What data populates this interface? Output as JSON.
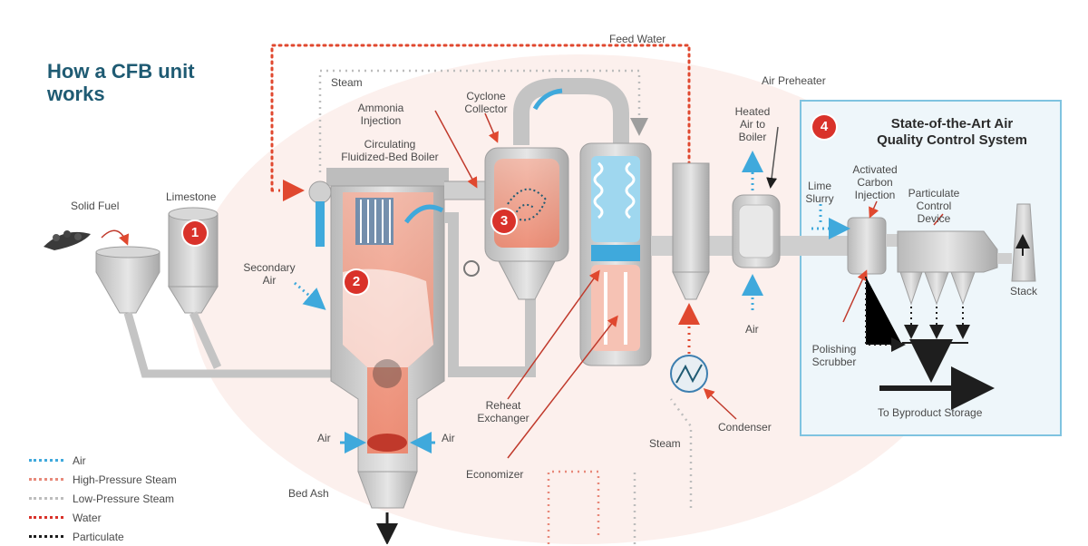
{
  "title": "How a CFB unit works",
  "labels": {
    "feed_water": "Feed Water",
    "steam_top": "Steam",
    "ammonia_injection": "Ammonia\nInjection",
    "cyclone_collector": "Cyclone\nCollector",
    "cfb_boiler": "Circulating\nFluidized-Bed  Boiler",
    "solid_fuel": "Solid Fuel",
    "limestone": "Limestone",
    "secondary_air": "Secondary\nAir",
    "air_left": "Air",
    "air_right": "Air",
    "bed_ash": "Bed Ash",
    "reheat_exchanger": "Reheat\nExchanger",
    "economizer": "Economizer",
    "steam_bottom": "Steam",
    "condenser": "Condenser",
    "air_bottom": "Air",
    "air_preheater": "Air Preheater",
    "heated_air": "Heated\nAir to\nBoiler",
    "lime_slurry": "Lime\nSlurry",
    "activated_carbon": "Activated\nCarbon\nInjection",
    "particulate_device": "Particulate\nControl\nDevice",
    "stack": "Stack",
    "polishing_scrubber": "Polishing\nScrubber",
    "byproduct_storage": "To Byproduct Storage"
  },
  "aq_system": {
    "title": "State-of-the-Art Air\nQuality Control System"
  },
  "badges": [
    "1",
    "2",
    "3",
    "4"
  ],
  "legend": [
    {
      "label": "Air",
      "color": "#3fa9dc"
    },
    {
      "label": "High-Pressure Steam",
      "color": "#e8897a"
    },
    {
      "label": "Low-Pressure Steam",
      "color": "#bdbdbd"
    },
    {
      "label": "Water",
      "color": "#d9322a"
    },
    {
      "label": "Particulate",
      "color": "#1e1e1e"
    }
  ],
  "colors": {
    "equipment": "#c9c9c9",
    "equipment_dark": "#9e9e9e",
    "hot_zone": "#f08c74",
    "water_line": "#e0482f",
    "air_line": "#3fa9dc",
    "aq_box_border": "#7fc3e0",
    "aq_box_fill": "#eef6fa"
  },
  "icons": [
    "boiler-icon",
    "cyclone-icon",
    "heat-exchanger-icon",
    "air-preheater-icon",
    "condenser-icon",
    "stack-icon"
  ]
}
